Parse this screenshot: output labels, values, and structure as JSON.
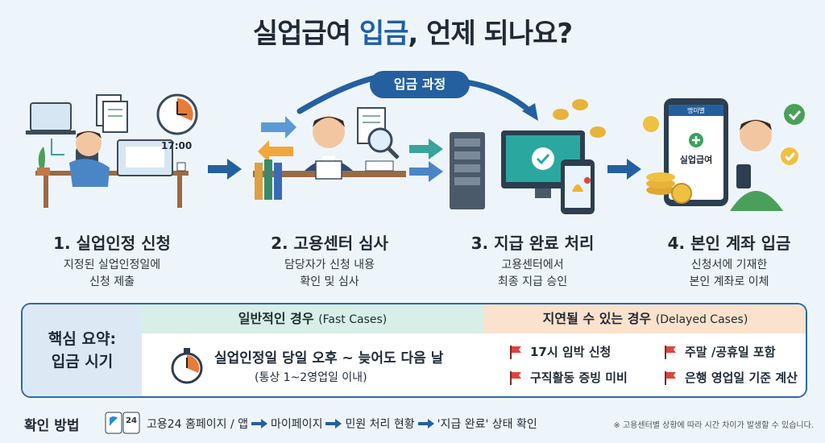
{
  "title": {
    "part1": "실업급여 ",
    "highlight": "입금",
    "part2": ", 언제 되나요?"
  },
  "process_label": "입금 과정",
  "steps": [
    {
      "title": "1. 실업인정 신청",
      "desc1": "지정된 실업인정일에",
      "desc2": "신청 제출",
      "clock_time": "17:00"
    },
    {
      "title": "2. 고용센터 심사",
      "desc1": "담당자가 신청 내용",
      "desc2": "확인 및 심사"
    },
    {
      "title": "3. 지급 완료 처리",
      "desc1": "고용센터에서",
      "desc2": "최종 지급 승인"
    },
    {
      "title": "4. 본인 계좌 입금",
      "desc1": "신청서에 기재한",
      "desc2": "본인 계좌로 이체",
      "phone_header": "명미별",
      "phone_label": "실업급여"
    }
  ],
  "summary": {
    "label1": "핵심 요약:",
    "label2": "입금 시기",
    "fast_head": "일반적인 경우",
    "fast_head_en": "(Fast Cases)",
    "fast_main": "실업인정일 당일 오후 ~ 늦어도 다음 날",
    "fast_sub": "(통상 1~2영업일 이내)",
    "delayed_head": "지연될 수 있는 경우",
    "delayed_head_en": "(Delayed Cases)",
    "delayed_items": [
      "17시 임박 신청",
      "주말 /공휴일 포함",
      "구직활동 증빙 미비",
      "은행 영업일 기준 계산"
    ]
  },
  "footer": {
    "label": "확인 방법",
    "app_badge": "24",
    "path": [
      "고용24 홈페이지 / 앱",
      "마이페이지",
      "민원 처리 현황",
      "'지급 완료' 상태 확인"
    ],
    "note": "※ 고용센터별 상황에 따라 시간 차이가 발생할 수 있습니다."
  },
  "colors": {
    "primary": "#24609f",
    "teal": "#3aa39a",
    "fast_bg": "#d7efe6",
    "delayed_bg": "#fbe2cc",
    "flag": "#e0443a"
  }
}
